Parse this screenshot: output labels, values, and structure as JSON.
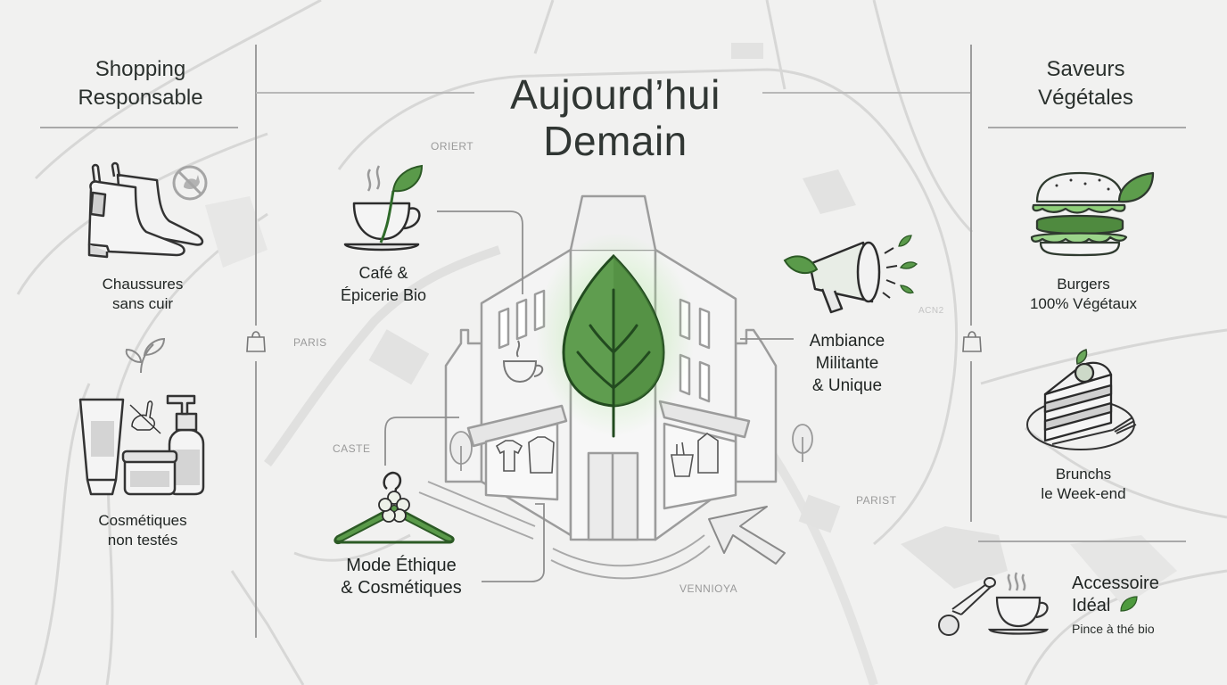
{
  "header": {
    "title_line1": "Aujourd’hui",
    "title_line2": "Demain"
  },
  "left_panel": {
    "title_line1": "Shopping",
    "title_line2": "Responsable",
    "items": [
      {
        "icon": "boots-icon",
        "badge_icon": "no-animal-leather-icon",
        "line1": "Chaussures",
        "line2": "sans cuir"
      },
      {
        "icon": "cosmetics-icon",
        "badge_icon": "cruelty-free-rabbit-icon",
        "line1": "Cosmétiques",
        "line2": "non testés"
      }
    ],
    "divider_icon": "sprout-icon",
    "side_icon": "shopping-bag-icon"
  },
  "right_panel": {
    "title_line1": "Saveurs",
    "title_line2": "Végétales",
    "items": [
      {
        "icon": "vegan-burger-icon",
        "line1": "Burgers",
        "line2": "100% Végétaux"
      },
      {
        "icon": "cake-slice-icon",
        "line1": "Brunchs",
        "line2": "le Week-end"
      }
    ],
    "accessory": {
      "title_line1": "Accessoire",
      "title_line2": "Idéal",
      "subtitle": "Pince à thé bio",
      "icons": [
        "tea-infuser-icon",
        "tea-cup-icon",
        "leaf-icon"
      ]
    },
    "side_icon": "shopping-bag-icon"
  },
  "center": {
    "central_icon": "glowing-leaf-icon",
    "building_icon": "corner-shop-building-icon",
    "callouts": [
      {
        "icon": "coffee-leaf-icon",
        "line1": "Café &",
        "line2": "Épicerie Bio"
      },
      {
        "icon": "megaphone-leaf-icon",
        "line1": "Ambiance",
        "line2": "Militante",
        "line3": "& Unique"
      },
      {
        "icon": "flower-hanger-icon",
        "line1": "Mode Éthique",
        "line2": "& Cosmétiques"
      }
    ]
  },
  "map_labels": [
    "ORIERT",
    "PARIS",
    "CASTE",
    "PARIST",
    "VENNIOYA",
    "ACN2"
  ],
  "colors": {
    "background": "#f1f1f0",
    "text": "#222826",
    "leaf_green": "#5a9a4a",
    "leaf_dark": "#2d5a2a",
    "rule": "#a9a9a9",
    "map_line": "#d6d6d6"
  }
}
